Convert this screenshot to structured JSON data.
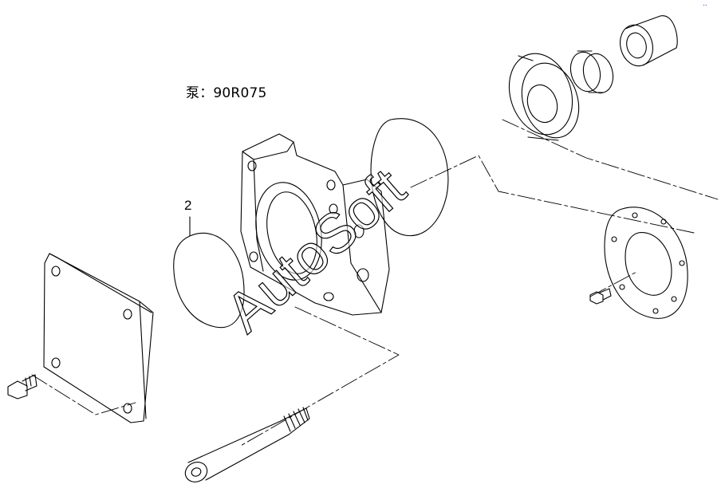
{
  "diagram": {
    "title": "泵：90R075",
    "callout_label": "2",
    "watermark": "AutoSoft",
    "corner_mark": "..",
    "parts": [
      {
        "name": "cover-plate"
      },
      {
        "name": "gasket-2"
      },
      {
        "name": "housing-block"
      },
      {
        "name": "o-ring-large"
      },
      {
        "name": "bearing-flange"
      },
      {
        "name": "needle-bearing"
      },
      {
        "name": "splined-coupling"
      },
      {
        "name": "flange-gasket"
      },
      {
        "name": "small-bolt-left"
      },
      {
        "name": "small-bolt-right"
      },
      {
        "name": "long-screw"
      }
    ]
  }
}
